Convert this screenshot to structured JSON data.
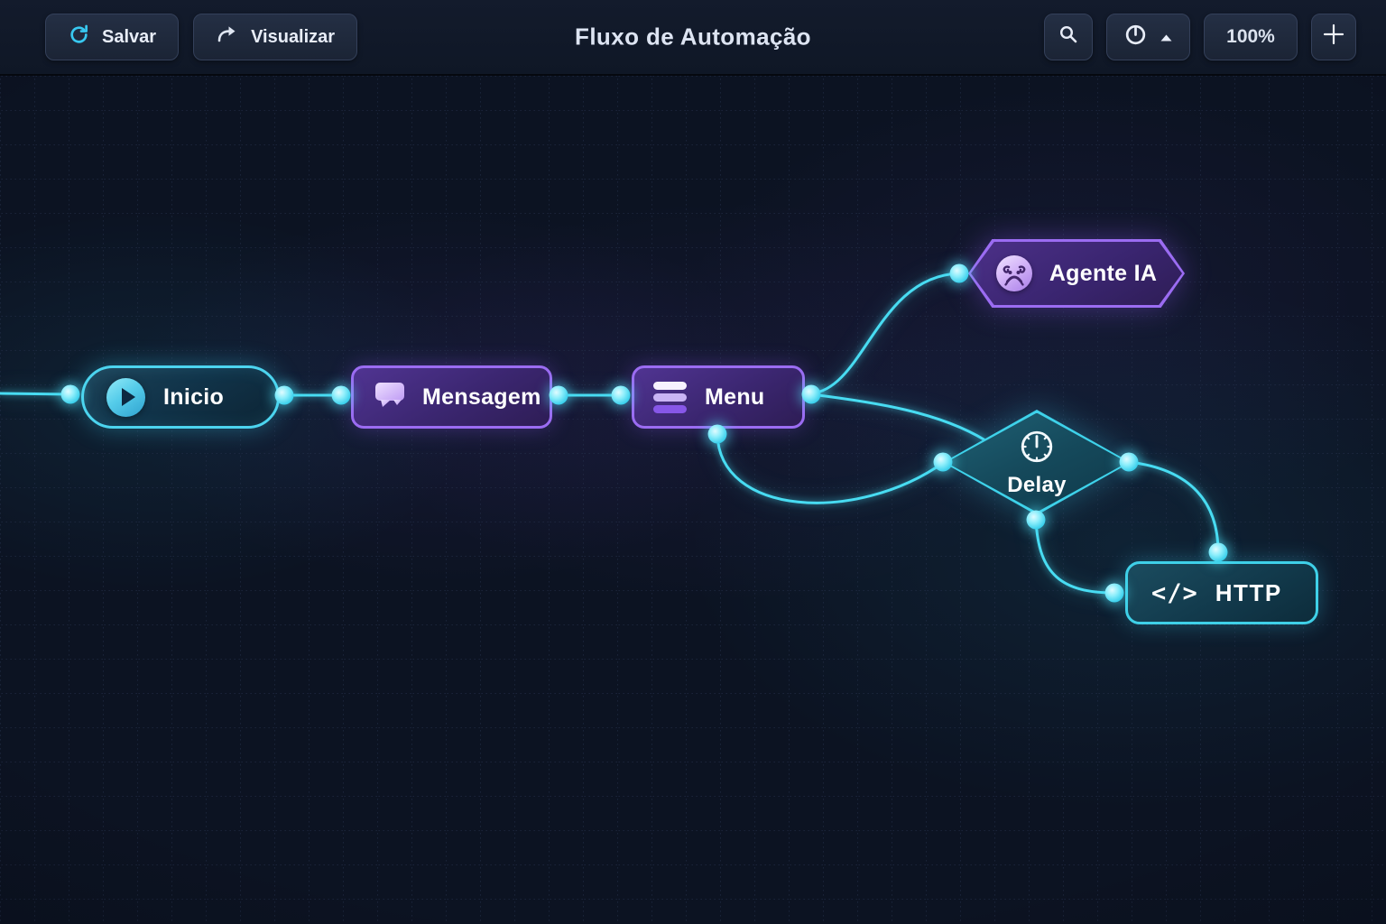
{
  "toolbar": {
    "title": "Fluxo de Automação",
    "save_label": "Salvar",
    "preview_label": "Visualizar",
    "zoom_level": "100%"
  },
  "nodes": {
    "inicio": {
      "label": "Inicio",
      "type": "start",
      "icon": "play-icon"
    },
    "mensagem": {
      "label": "Mensagem",
      "type": "message",
      "icon": "chat-bubble-icon"
    },
    "menu": {
      "label": "Menu",
      "type": "menu",
      "icon": "list-icon"
    },
    "agente_ia": {
      "label": "Agente IA",
      "type": "ai-agent",
      "icon": "robot-icon"
    },
    "delay": {
      "label": "Delay",
      "type": "delay",
      "icon": "clock-icon"
    },
    "http": {
      "label": "HTTP",
      "type": "http-request",
      "icon": "code-icon",
      "icon_text": "</>"
    }
  },
  "edges": [
    {
      "from": "canvas-left-edge",
      "to": "inicio.left"
    },
    {
      "from": "inicio.right",
      "to": "mensagem.left"
    },
    {
      "from": "mensagem.right",
      "to": "menu.left"
    },
    {
      "from": "menu.right",
      "to": "agente_ia.left"
    },
    {
      "from": "menu.right",
      "to": "delay.top-left"
    },
    {
      "from": "menu.bottom",
      "to": "delay.left"
    },
    {
      "from": "delay.right",
      "to": "http.top"
    },
    {
      "from": "delay.bottom",
      "to": "http.left"
    }
  ],
  "colors": {
    "accent_cyan": "#48dcf2",
    "accent_purple": "#9b6cf2",
    "canvas_bg": "#0c1322",
    "toolbar_bg": "#101828",
    "node_teal_bg": "#11344a",
    "node_purple_bg": "#3b2670"
  }
}
